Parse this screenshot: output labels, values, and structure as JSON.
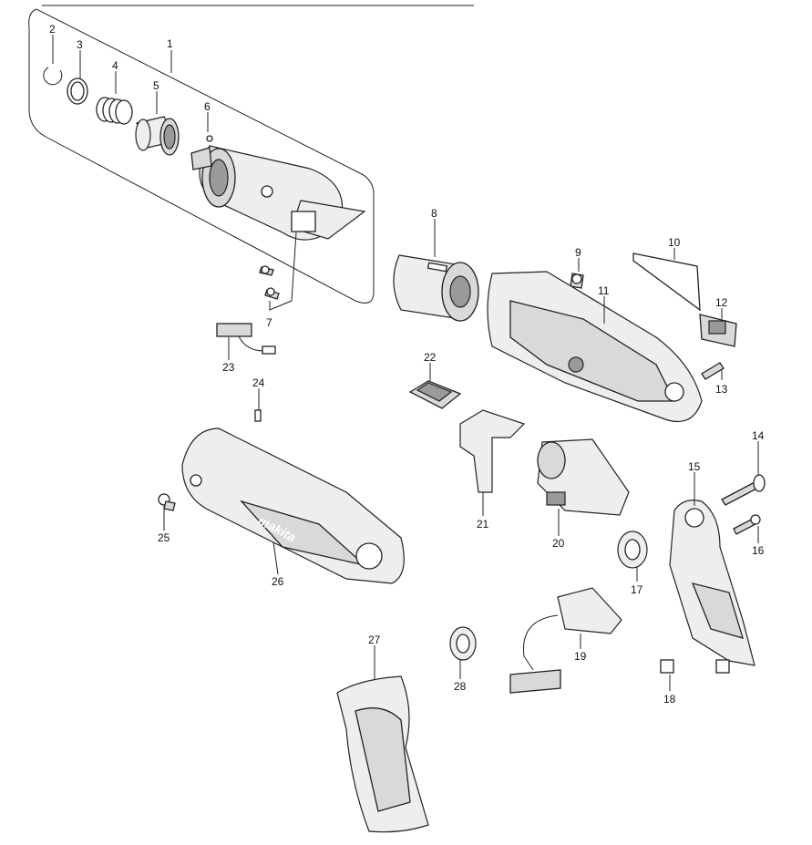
{
  "diagram": {
    "labels": [
      "1",
      "2",
      "3",
      "4",
      "5",
      "6",
      "7",
      "8",
      "9",
      "10",
      "11",
      "12",
      "13",
      "14",
      "15",
      "16",
      "17",
      "18",
      "19",
      "20",
      "21",
      "22",
      "23",
      "24",
      "25",
      "26",
      "27",
      "28"
    ],
    "brand_text": "makita"
  }
}
